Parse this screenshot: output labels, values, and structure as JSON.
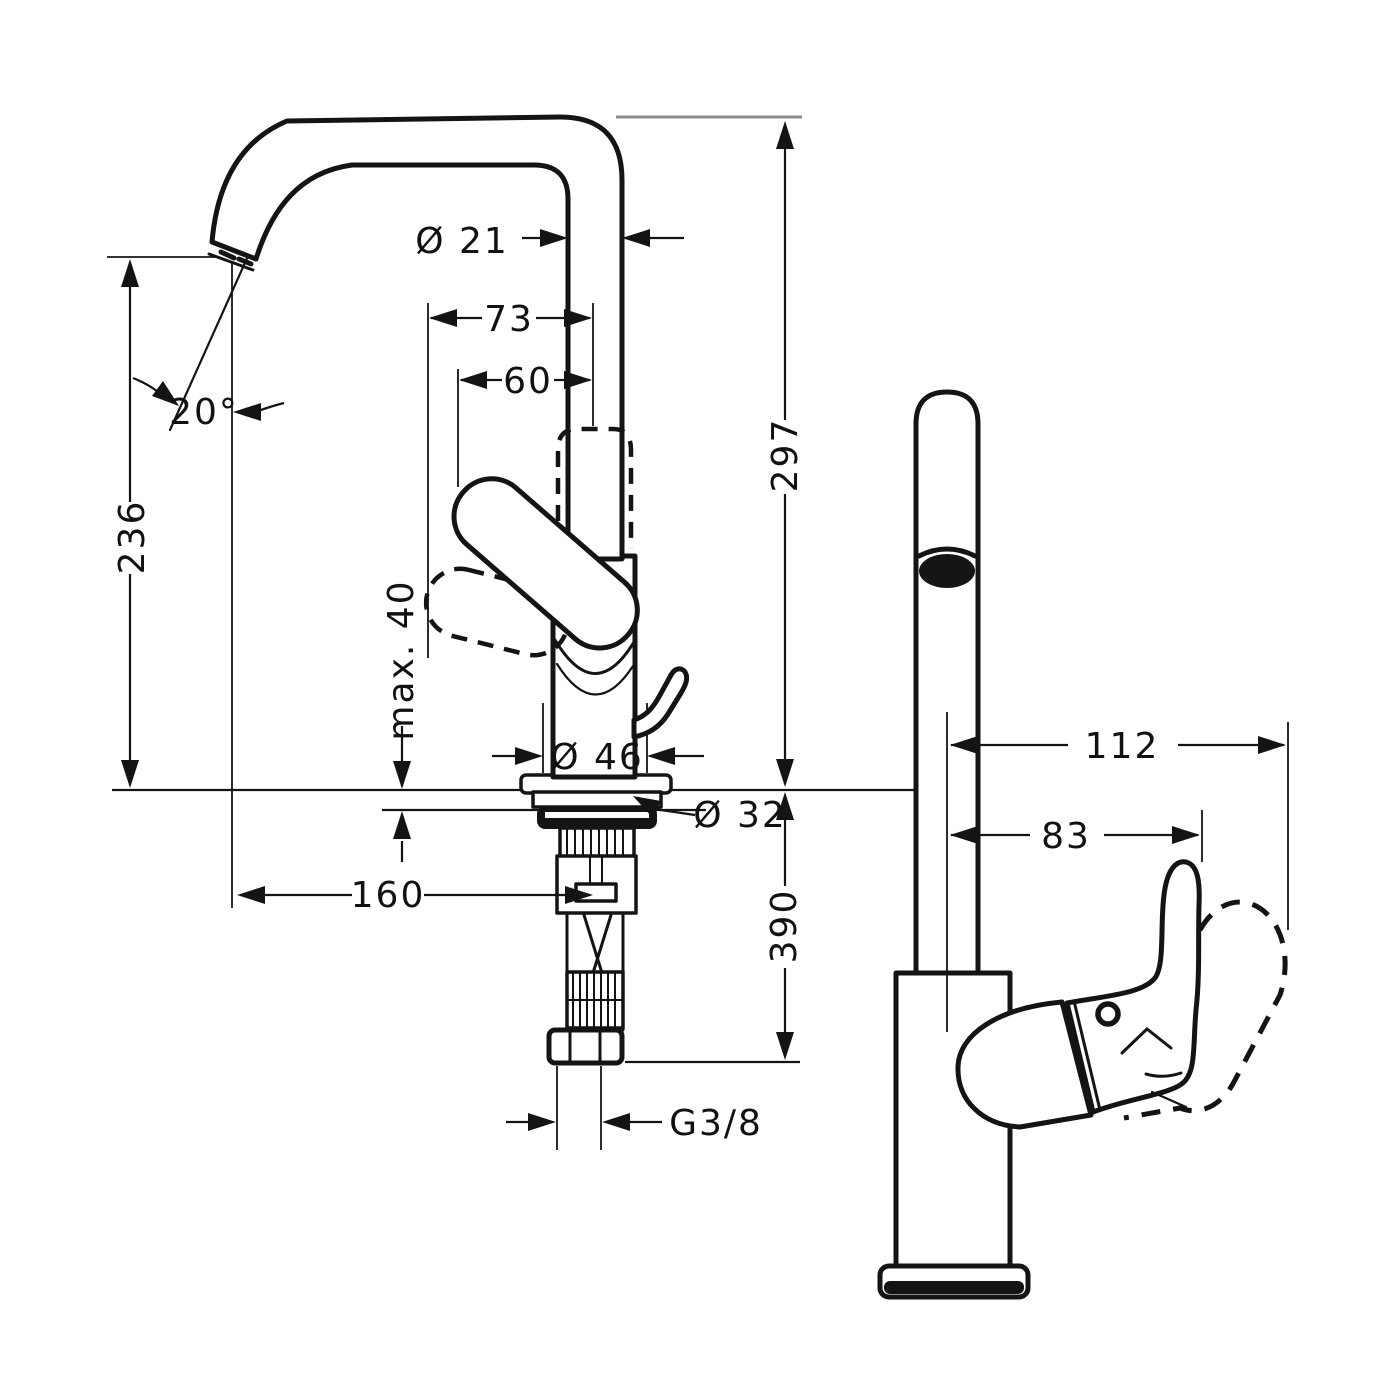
{
  "drawing": {
    "type": "technical-dimension-drawing",
    "subject": "single-lever basin mixer faucet, front view and side view",
    "views": [
      "front-view",
      "side-view"
    ],
    "units": "mm"
  },
  "labels": {
    "spout_diameter": "Ø 21",
    "handle_swing_max": "73",
    "handle_swing": "60",
    "spout_angle": "20°",
    "spout_height": "236",
    "total_height": "297",
    "max_mounting_thickness": "max. 40",
    "base_diameter": "Ø 46",
    "mounting_hole_diameter": "Ø 32",
    "spout_reach": "160",
    "below_deck_length": "390",
    "connection_thread": "G3/8",
    "side_total_depth": "112",
    "side_handle_depth": "83"
  },
  "colors": {
    "line": "#141414",
    "extension_line_gray": "#8a8a8a",
    "background": "#ffffff"
  }
}
